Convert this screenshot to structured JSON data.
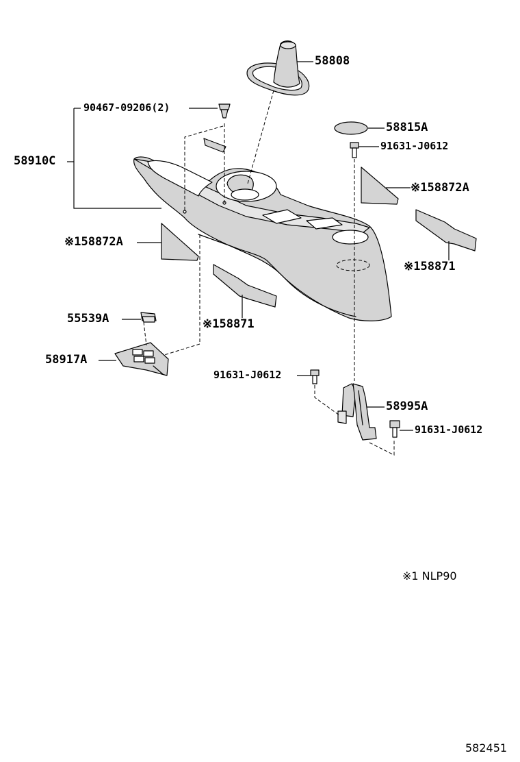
{
  "labels": {
    "p58808": "58808",
    "p90467": "90467-09206(2)",
    "p58815A": "58815A",
    "p91631_top": "91631-J0612",
    "p58910C": "58910C",
    "p58872A_right": "※158872A",
    "p58872A_left": "※158872A",
    "p58871_right": "※158871",
    "p58871_center": "※158871",
    "p55539A": "55539A",
    "p58917A": "58917A",
    "p91631_mid": "91631-J0612",
    "p58995A": "58995A",
    "p91631_right": "91631-J0612"
  },
  "note": "※1 NLP90",
  "doc_number": "582451",
  "colors": {
    "line": "#000000",
    "fill": "#d4d4d4",
    "fill_light": "#e6e6e6",
    "background": "#ffffff"
  }
}
